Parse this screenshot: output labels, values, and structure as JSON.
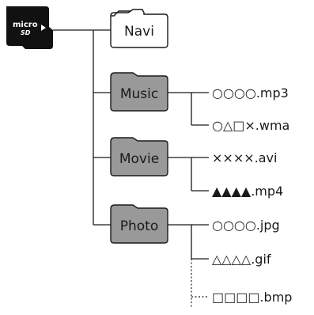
{
  "card": {
    "logo_text_top": "micro",
    "logo_text_bottom": "SD",
    "icon": "microsd-card-icon"
  },
  "folders": [
    {
      "label": "Navi",
      "style": "white"
    },
    {
      "label": "Music",
      "style": "gray"
    },
    {
      "label": "Movie",
      "style": "gray"
    },
    {
      "label": "Photo",
      "style": "gray"
    }
  ],
  "files": {
    "music": [
      "○○○○.mp3",
      "○△□×.wma"
    ],
    "movie": [
      "××××.avi",
      "▲▲▲▲.mp4"
    ],
    "photo": [
      "○○○○.jpg",
      "△△△△.gif",
      "□□□□.bmp"
    ]
  },
  "colors": {
    "folder_gray": "#999999",
    "folder_white": "#ffffff",
    "card": "#111111",
    "line": "#1a1a1a"
  }
}
